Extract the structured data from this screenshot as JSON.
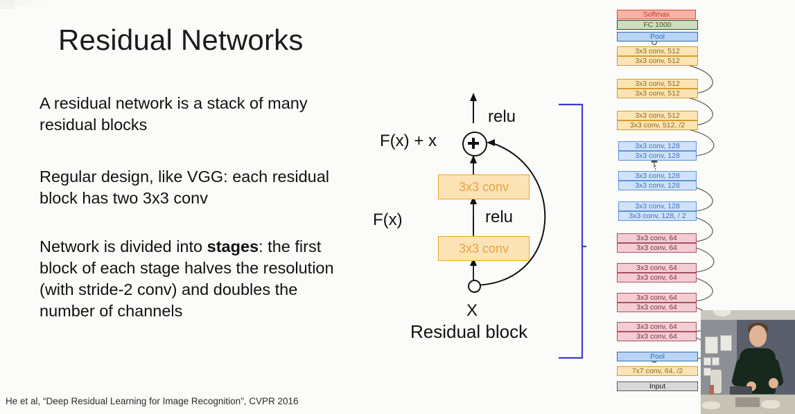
{
  "slide": {
    "title": "Residual Networks",
    "paragraphs": [
      "A residual network is a stack of many residual blocks",
      "Regular design, like VGG: each residual block has two 3x3 conv"
    ],
    "paragraph3": {
      "before": "Network is divided into ",
      "bold": "stages",
      "after": ": the first block of each stage halves the resolution (with stride-2 conv) and doubles the number of channels"
    },
    "citation": "He et al, “Deep Residual Learning for Image Recognition”, CVPR 2016",
    "background_color": "#fbfbf9"
  },
  "residual_block": {
    "caption": "Residual block",
    "input_label": "X",
    "output_sum_label": "F(x) + x",
    "branch_label": "F(x)",
    "relu_top": "relu",
    "relu_mid": "relu",
    "conv_top": "3x3 conv",
    "conv_bottom": "3x3 conv",
    "plus_symbol": "+",
    "box_fill": "#fde3b6",
    "box_border": "#f0a52a",
    "box_text_color": "#e8a23c"
  },
  "bracket": {
    "color": "#3c3ccc"
  },
  "network": {
    "accent_colors": {
      "softmax": "#f8b3a6",
      "fc": "#cfdcc0",
      "pool": "#b9d3f2",
      "conv512": "#fde4b5",
      "conv128": "#cfe2fa",
      "conv64": "#f4cdd4",
      "input": "#d8d8d8"
    },
    "ellipsis": "⋮",
    "layers": [
      {
        "label": "Softmax",
        "type": "softmax"
      },
      {
        "label": "FC 1000",
        "type": "fc"
      },
      {
        "label": "Pool",
        "type": "pool"
      },
      {
        "label": "3x3 conv, 512",
        "type": "conv512"
      },
      {
        "label": "3x3 conv, 512",
        "type": "conv512"
      },
      {
        "label": "3x3 conv, 512",
        "type": "conv512"
      },
      {
        "label": "3x3 conv, 512",
        "type": "conv512"
      },
      {
        "label": "3x3 conv, 512",
        "type": "conv512"
      },
      {
        "label": "3x3 conv, 512, /2",
        "type": "conv512"
      },
      {
        "label": "3x3 conv, 128",
        "type": "conv128"
      },
      {
        "label": "3x3 conv, 128",
        "type": "conv128"
      },
      {
        "label": "3x3 conv, 128",
        "type": "conv128"
      },
      {
        "label": "3x3 conv, 128",
        "type": "conv128"
      },
      {
        "label": "3x3 conv, 128",
        "type": "conv128"
      },
      {
        "label": "3x3 conv, 128, / 2",
        "type": "conv128"
      },
      {
        "label": "3x3 conv, 64",
        "type": "conv64"
      },
      {
        "label": "3x3 conv, 64",
        "type": "conv64"
      },
      {
        "label": "3x3 conv, 64",
        "type": "conv64"
      },
      {
        "label": "3x3 conv, 64",
        "type": "conv64"
      },
      {
        "label": "3x3 conv, 64",
        "type": "conv64"
      },
      {
        "label": "3x3 conv, 64",
        "type": "conv64"
      },
      {
        "label": "3x3 conv, 64",
        "type": "conv64"
      },
      {
        "label": "3x3 conv, 64",
        "type": "conv64"
      },
      {
        "label": "Pool",
        "type": "pool"
      },
      {
        "label": "7x7 conv, 64, /2",
        "type": "conv512"
      },
      {
        "label": "Input",
        "type": "input"
      }
    ]
  },
  "webcam": {
    "present": true
  }
}
